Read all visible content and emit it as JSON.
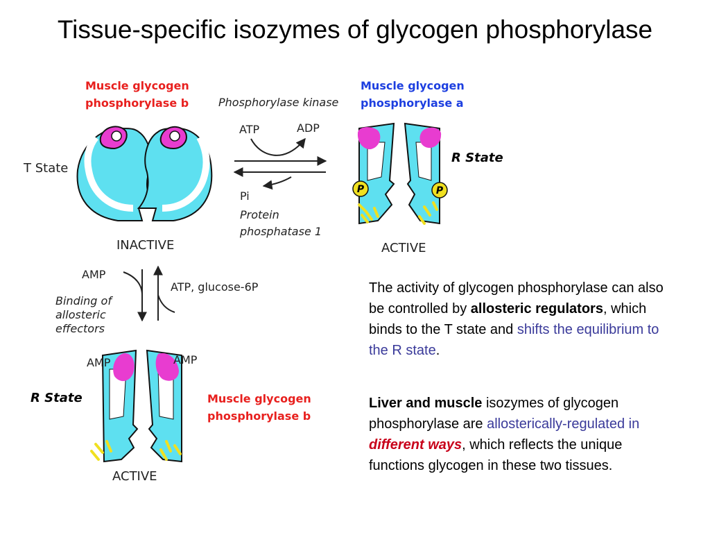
{
  "title": "Tissue-specific isozymes of glycogen phosphorylase",
  "labels": {
    "muscle_b_top": [
      "Muscle glycogen",
      "phosphorylase b"
    ],
    "muscle_a": [
      "Muscle glycogen",
      "phosphorylase a"
    ],
    "muscle_b_bottom": [
      "Muscle glycogen",
      "phosphorylase b"
    ],
    "kinase": "Phosphorylase kinase",
    "atp": "ATP",
    "adp": "ADP",
    "pi": "Pi",
    "phosphatase": [
      "Protein",
      "phosphatase 1"
    ],
    "t_state": "T State",
    "r_state_right": "R State",
    "r_state_bottom": "R State",
    "inactive": "INACTIVE",
    "active_right": "ACTIVE",
    "active_bottom": "ACTIVE",
    "amp_arrow": "AMP",
    "atp_g6p": "ATP, glucose-6P",
    "allosteric": [
      "Binding of",
      "allosteric",
      "effectors"
    ],
    "amp_left": "AMP",
    "amp_right": "AMP",
    "p_badge": "P"
  },
  "paragraph1": {
    "t1": "The activity of glycogen phosphorylase can also be controlled by ",
    "b1": "allosteric regulators",
    "t2": ", which binds to the T state and ",
    "hl": "shifts the equilibrium to the R state",
    "t3": "."
  },
  "paragraph2": {
    "b1": "Liver and muscle",
    "t1": " isozymes of glycogen phosphorylase are ",
    "hl": "allosterically-regulated in ",
    "em": "different ways",
    "t2": ", which reflects the unique functions glycogen in these two tissues."
  },
  "colors": {
    "protein": "#5ee0f0",
    "site": "#e83cd0",
    "yellow": "#f0e020",
    "label_red": "#e8201e",
    "label_blue": "#1d3fe0"
  }
}
